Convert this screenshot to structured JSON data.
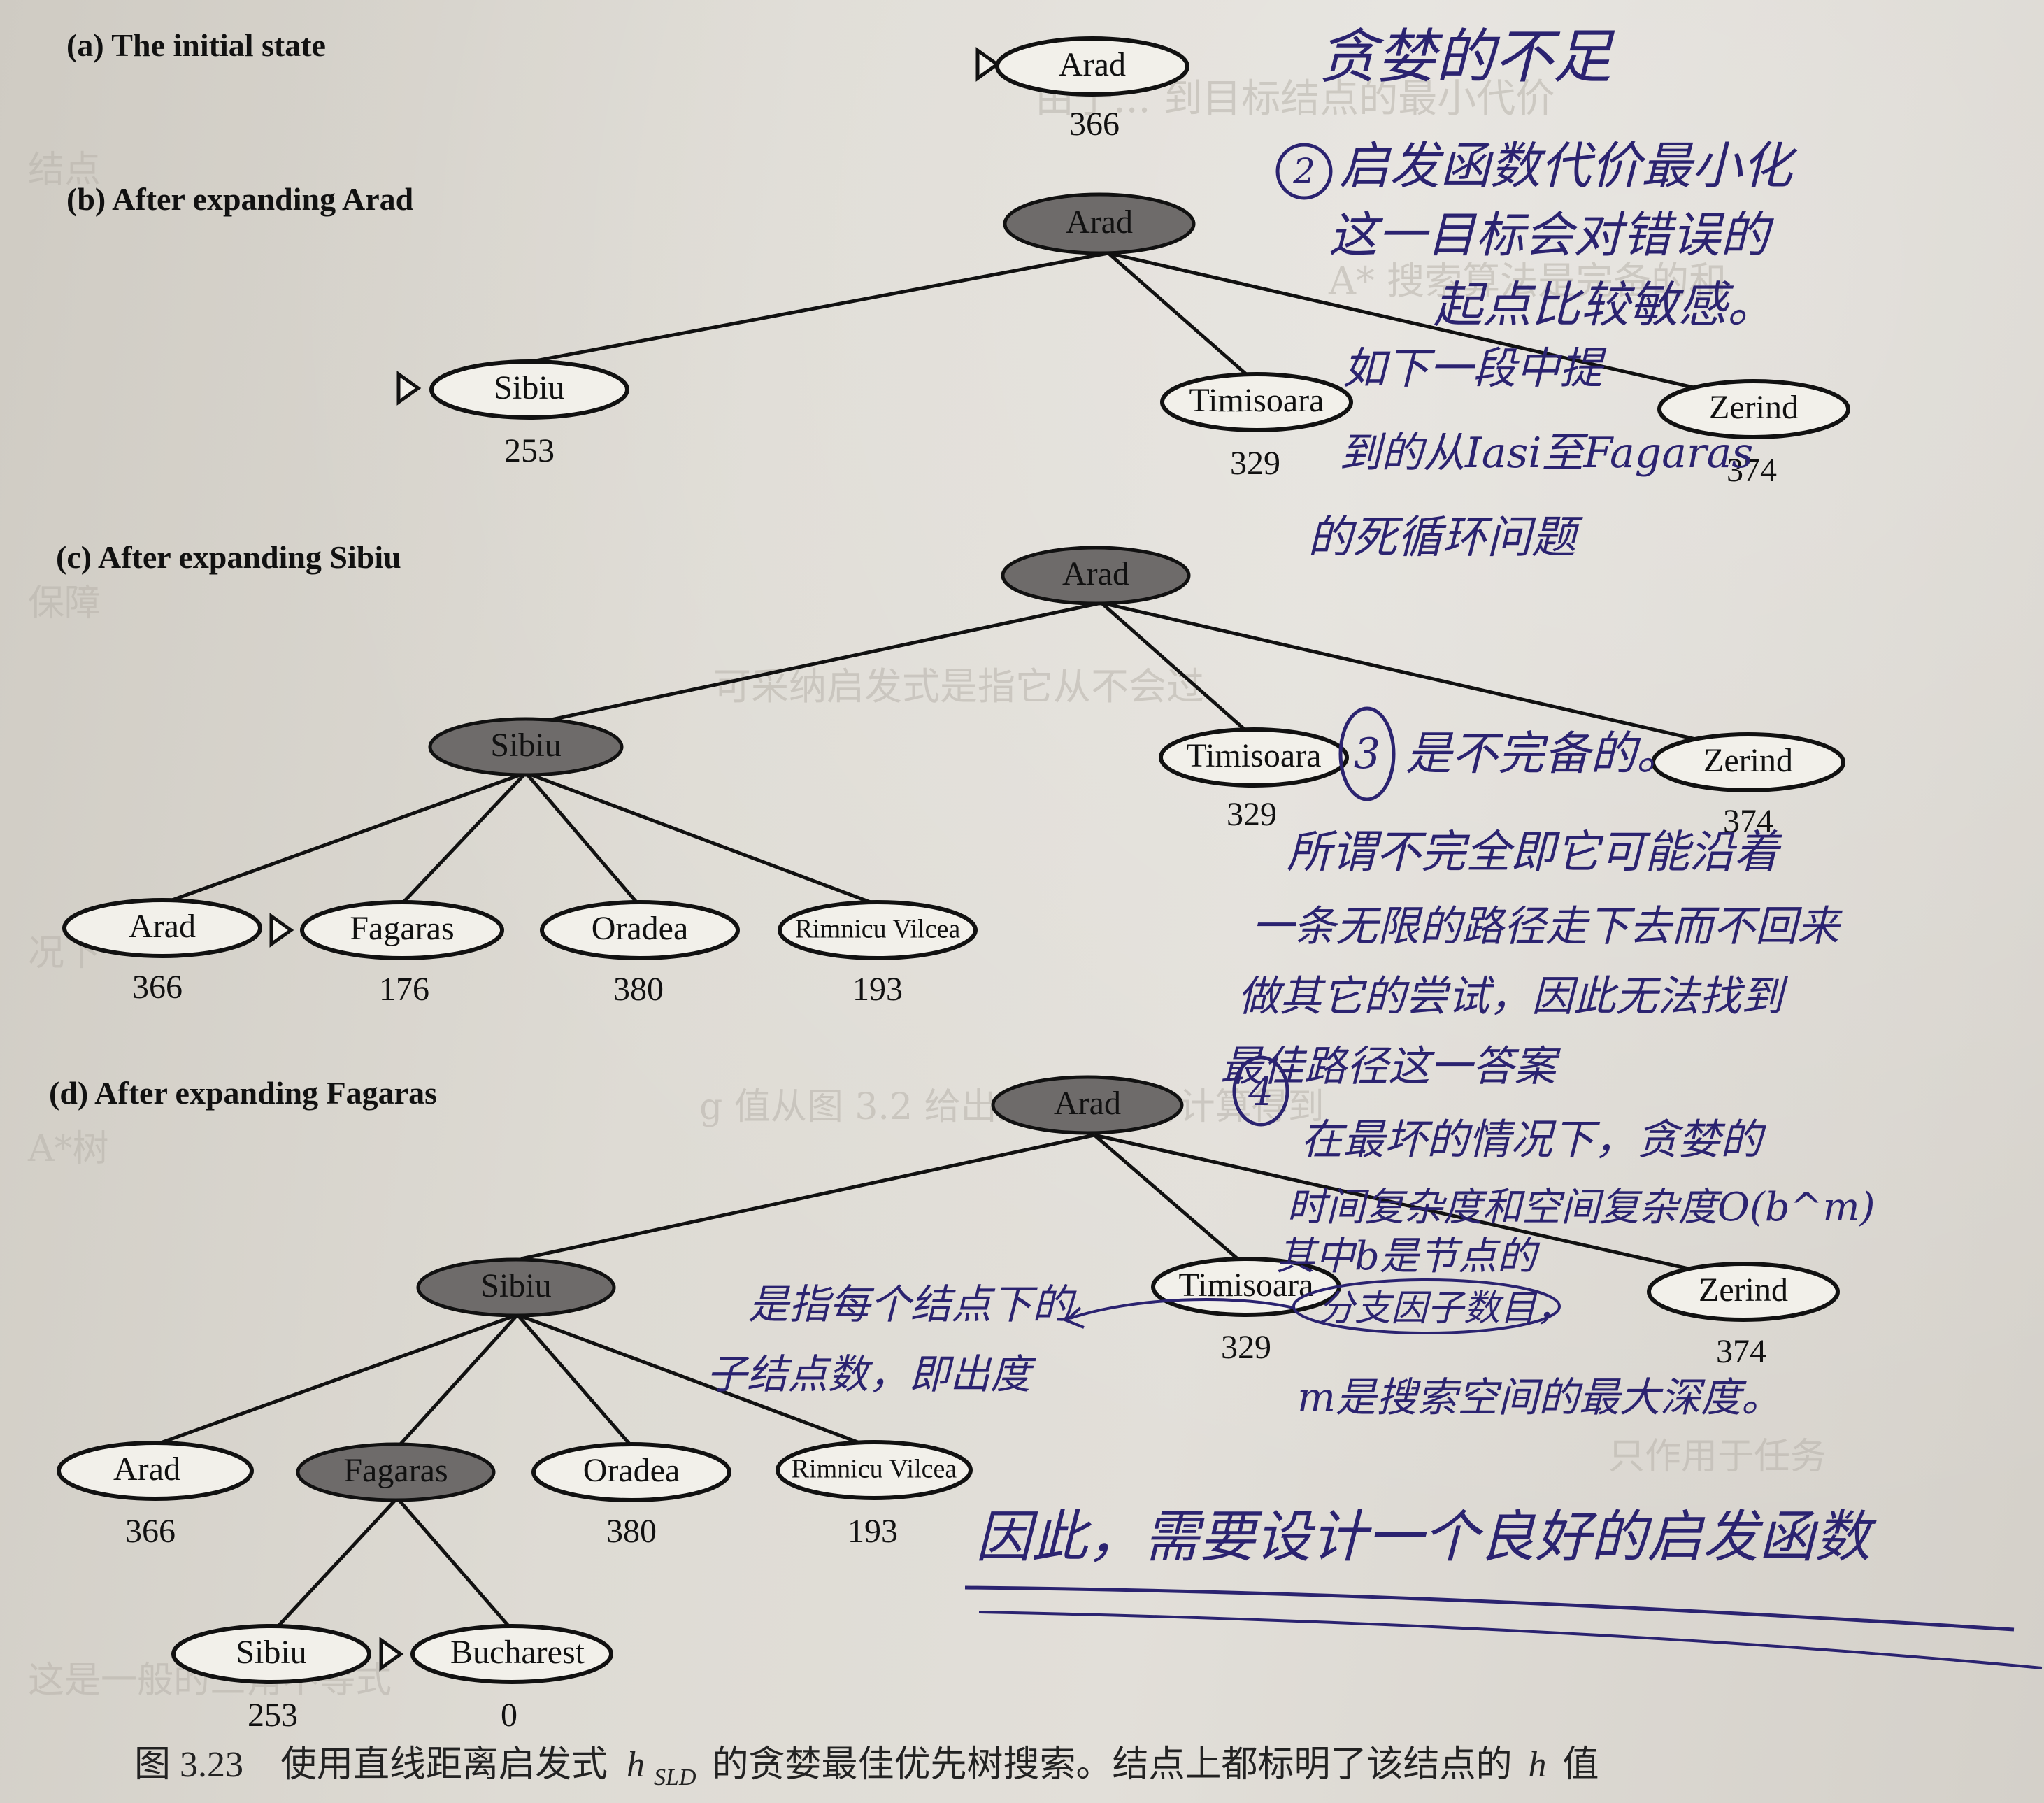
{
  "sections": [
    {
      "id": "a",
      "title": "(a) The initial state"
    },
    {
      "id": "b",
      "title": "(b) After expanding Arad"
    },
    {
      "id": "c",
      "title": "(c) After expanding Sibiu"
    },
    {
      "id": "d",
      "title": "(d) After expanding Fagaras"
    }
  ],
  "nodes": {
    "a_arad": {
      "label": "Arad",
      "h": "366"
    },
    "b_arad": {
      "label": "Arad"
    },
    "b_sibiu": {
      "label": "Sibiu",
      "h": "253"
    },
    "b_timisoara": {
      "label": "Timisoara",
      "h": "329"
    },
    "b_zerind": {
      "label": "Zerind",
      "h": "374"
    },
    "c_arad": {
      "label": "Arad"
    },
    "c_sibiu": {
      "label": "Sibiu"
    },
    "c_timisoara": {
      "label": "Timisoara",
      "h": "329"
    },
    "c_zerind": {
      "label": "Zerind",
      "h": "374"
    },
    "c_arad2": {
      "label": "Arad",
      "h": "366"
    },
    "c_fagaras": {
      "label": "Fagaras",
      "h": "176"
    },
    "c_oradea": {
      "label": "Oradea",
      "h": "380"
    },
    "c_rimnicu": {
      "label": "Rimnicu Vilcea",
      "h": "193"
    },
    "d_arad": {
      "label": "Arad"
    },
    "d_sibiu": {
      "label": "Sibiu"
    },
    "d_timisoara": {
      "label": "Timisoara",
      "h": "329"
    },
    "d_zerind": {
      "label": "Zerind",
      "h": "374"
    },
    "d_arad2": {
      "label": "Arad",
      "h": "366"
    },
    "d_fagaras": {
      "label": "Fagaras"
    },
    "d_oradea": {
      "label": "Oradea",
      "h": "380"
    },
    "d_rimnicu": {
      "label": "Rimnicu Vilcea",
      "h": "193"
    },
    "d_sibiu2": {
      "label": "Sibiu",
      "h": "253"
    },
    "d_bucharest": {
      "label": "Bucharest",
      "h": "0"
    }
  },
  "caption": {
    "number": "图 3.23",
    "text_before": "使用直线距离启发式",
    "h_symbol": "h",
    "h_subscript": "SLD",
    "text_after": "的贪婪最佳优先树搜索。结点上都标明了该结点的",
    "h_symbol_end": "h",
    "text_end": "值"
  },
  "annotations": {
    "note1": "贪婪的不足",
    "note2_num": "2",
    "note2_line1": "启发函数代价最小化",
    "note2_line2": "这一目标会对错误的",
    "note2_line3": "起点比较敏感。",
    "note2_line4": "如下一段中提",
    "note2_line5": "到的从Iasi至Fagaras",
    "note2_line6": "的死循环问题",
    "note3_num": "3",
    "note3_line1": "是不完备的。",
    "note3_line2": "所谓不完全即它可能沿着",
    "note3_line3": "一条无限的路径走下去而不回来",
    "note3_line4": "做其它的尝试，因此无法找到",
    "note3_line5": "最佳路径这一答案",
    "note4_num": "4",
    "note4_line1": "在最坏的情况下，贪婪的",
    "note4_line2": "时间复杂度和空间复杂度O(b^m)",
    "note4_line3": "其中b是节点的",
    "note4_line4": "分支因子数目，",
    "note4_line5": "m是搜索空间的最大深度。",
    "note5_line1": "是指每个结点下的",
    "note5_line2": "子结点数，即出度",
    "note6": "因此，需要设计一个良好的启发函数"
  },
  "colors": {
    "ink": "#2b2370",
    "expanded_fill": "#6e6b6a",
    "frontier_fill": "#f2f0ea"
  }
}
